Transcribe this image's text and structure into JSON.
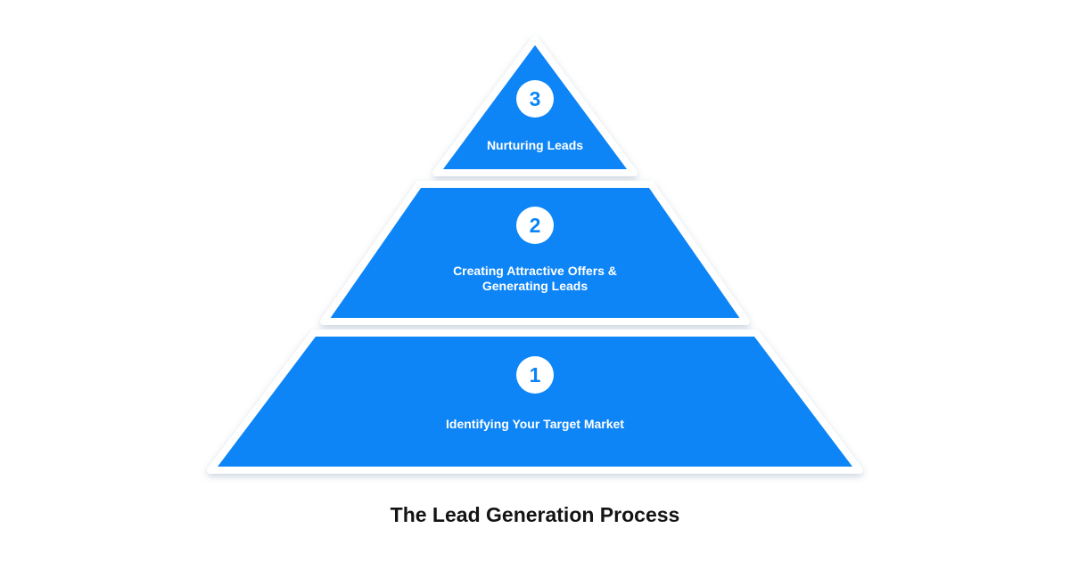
{
  "title": "The Lead Generation Process",
  "colors": {
    "background": "#ffffff",
    "tier_fill": "#0b85f6",
    "tier_border": "#ffffff",
    "badge_background": "#ffffff",
    "badge_number": "#0b85f6",
    "label_text": "#ffffff",
    "title_text": "#141414"
  },
  "pyramid": {
    "tiers": [
      {
        "number": "3",
        "label": "Nurturing Leads"
      },
      {
        "number": "2",
        "label": "Creating Attractive Offers &\nGenerating Leads"
      },
      {
        "number": "1",
        "label": "Identifying Your Target Market"
      }
    ]
  }
}
